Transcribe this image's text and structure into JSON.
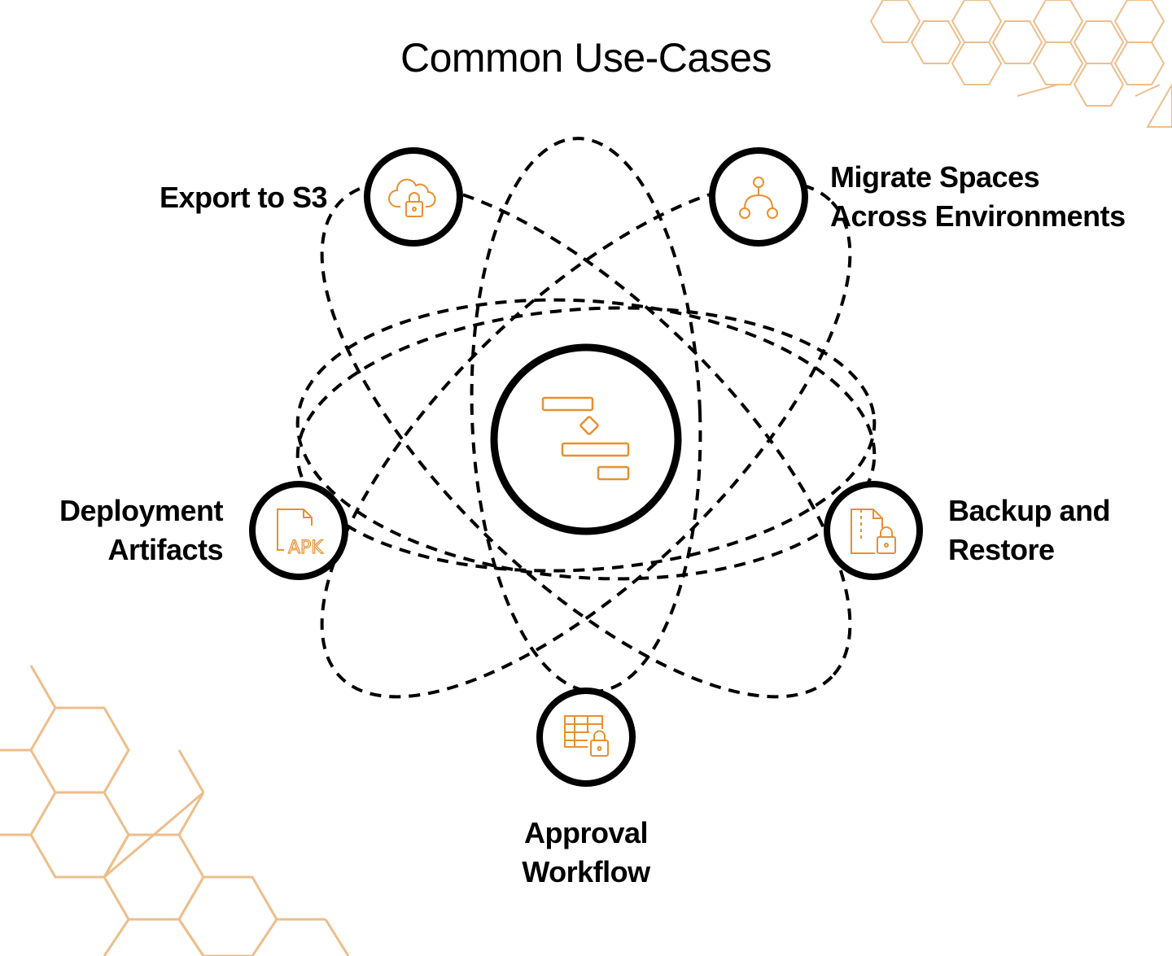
{
  "title": "Common Use-Cases",
  "colors": {
    "accent": "#E8902F",
    "hexagon": "#EDBE8B",
    "ring": "#000000",
    "orbit": "#000000",
    "background": "#FFFFFF"
  },
  "center": {
    "icon": "workflow-gantt-icon"
  },
  "nodes": [
    {
      "id": "export",
      "icon": "cloud-lock-icon",
      "lines": [
        "Export to S3"
      ]
    },
    {
      "id": "migrate",
      "icon": "branch-icon",
      "lines": [
        "Migrate Spaces",
        "Across Environments"
      ]
    },
    {
      "id": "deploy",
      "icon": "apk-file-icon",
      "lines": [
        "Deployment",
        "Artifacts"
      ]
    },
    {
      "id": "backup",
      "icon": "zip-lock-icon",
      "lines": [
        "Backup and",
        "Restore"
      ]
    },
    {
      "id": "approval",
      "icon": "table-lock-icon",
      "lines": [
        "Approval",
        "Workflow"
      ]
    }
  ]
}
